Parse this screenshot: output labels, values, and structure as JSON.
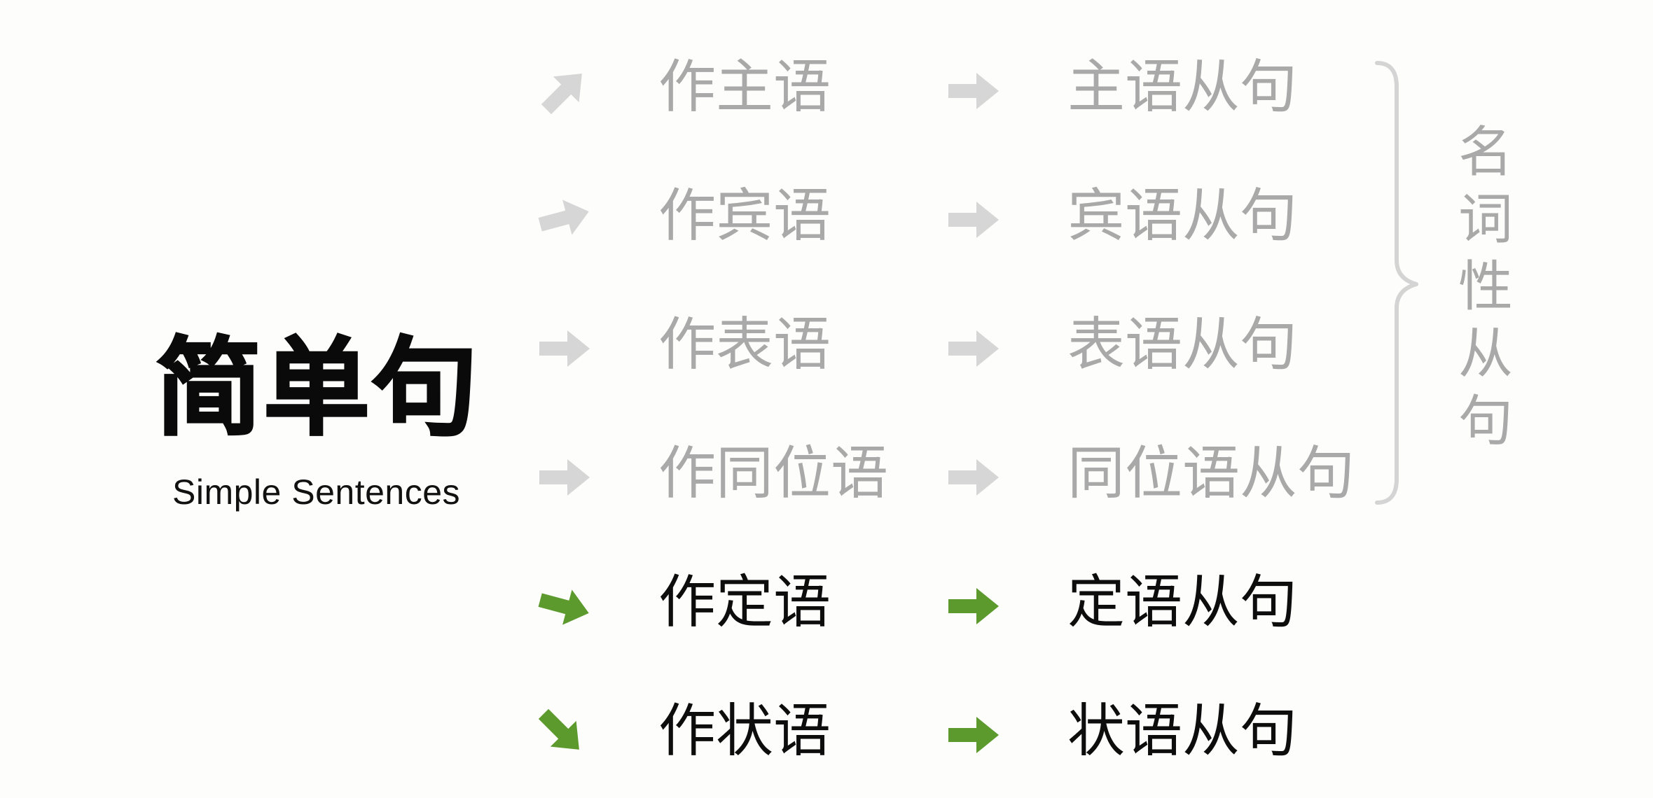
{
  "title": {
    "main": "简单句",
    "subtitle": "Simple Sentences"
  },
  "rows": [
    {
      "source": "作主语",
      "result": "主语从句",
      "state": "muted",
      "direction": "up-right"
    },
    {
      "source": "作宾语",
      "result": "宾语从句",
      "state": "muted",
      "direction": "slight-up"
    },
    {
      "source": "作表语",
      "result": "表语从句",
      "state": "muted",
      "direction": "right"
    },
    {
      "source": "作同位语",
      "result": "同位语从句",
      "state": "muted",
      "direction": "right"
    },
    {
      "source": "作定语",
      "result": "定语从句",
      "state": "active",
      "direction": "slight-down"
    },
    {
      "source": "作状语",
      "result": "状语从句",
      "state": "active",
      "direction": "down-right"
    }
  ],
  "group": {
    "label_chars": [
      "名",
      "词",
      "性",
      "从",
      "句"
    ]
  },
  "colors": {
    "muted_text": "#a9a9a9",
    "muted_arrow": "#d6d6d6",
    "active_text": "#0d0d0d",
    "active_arrow": "#5c9a2e",
    "bracket": "#d4d4d4",
    "background": "#fdfdfb"
  }
}
